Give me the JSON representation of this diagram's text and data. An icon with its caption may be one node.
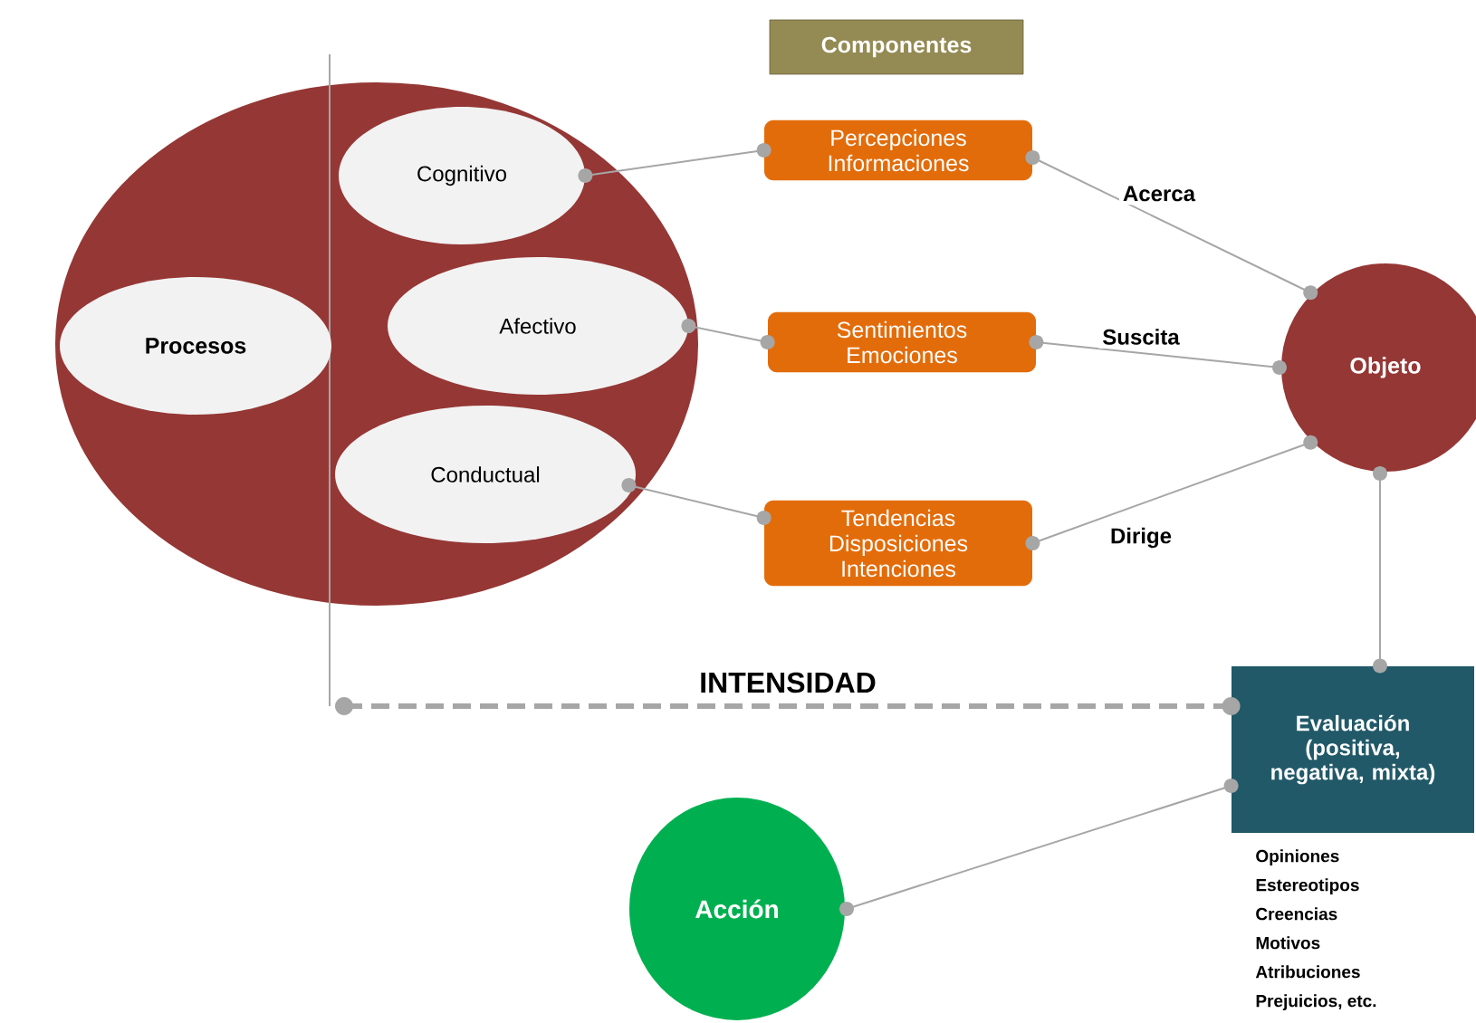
{
  "diagram": {
    "nodes": [
      {
        "text": [],
        "shape": "circle"
      },
      {
        "text": [
          "Procesos"
        ],
        "in": 0
      },
      {
        "text": [
          "Cognitivo"
        ],
        "in": 0
      },
      {
        "text": [
          "Afectivo"
        ],
        "in": 0
      },
      {
        "text": [
          "Conductual"
        ],
        "in": 0
      },
      {
        "text": [
          "Componentes"
        ]
      },
      {
        "text": [
          "Percepciones Informaciones"
        ]
      },
      {
        "text": [
          "Sentimientos Emociones"
        ]
      },
      {
        "text": [
          "Tendencias Disposiciones Intenciones"
        ]
      },
      {
        "text": [
          "Objeto"
        ]
      },
      {
        "text": [
          "Evaluación (positiva, negativa, mixta)"
        ],
        "beside": [
          "Opiniones",
          "Estereotipos",
          "Creencias",
          "Motivos",
          "Atribuciones",
          "Prejuicios, etc."
        ]
      },
      {
        "text": [
          "Acción"
        ]
      }
    ],
    "edges": [
      {
        "from": 2,
        "to": 6,
        "arrow": "other"
      },
      {
        "from": 3,
        "to": 7,
        "arrow": "other"
      },
      {
        "from": 4,
        "to": 8,
        "arrow": "other"
      },
      {
        "from": 6,
        "to": 9,
        "arrow": "other",
        "label": "Acerca"
      },
      {
        "from": 7,
        "to": 9,
        "arrow": "other",
        "label": "Suscita"
      },
      {
        "from": 8,
        "to": 9,
        "arrow": "other",
        "label": "Dirige"
      },
      {
        "from": 9,
        "to": 10,
        "arrow": "other"
      },
      {
        "from": null,
        "to": 10,
        "arrow": "other",
        "style": "dashed",
        "label": "INTENSIDAD"
      },
      {
        "from": 10,
        "to": 11,
        "arrow": "other"
      }
    ]
  }
}
